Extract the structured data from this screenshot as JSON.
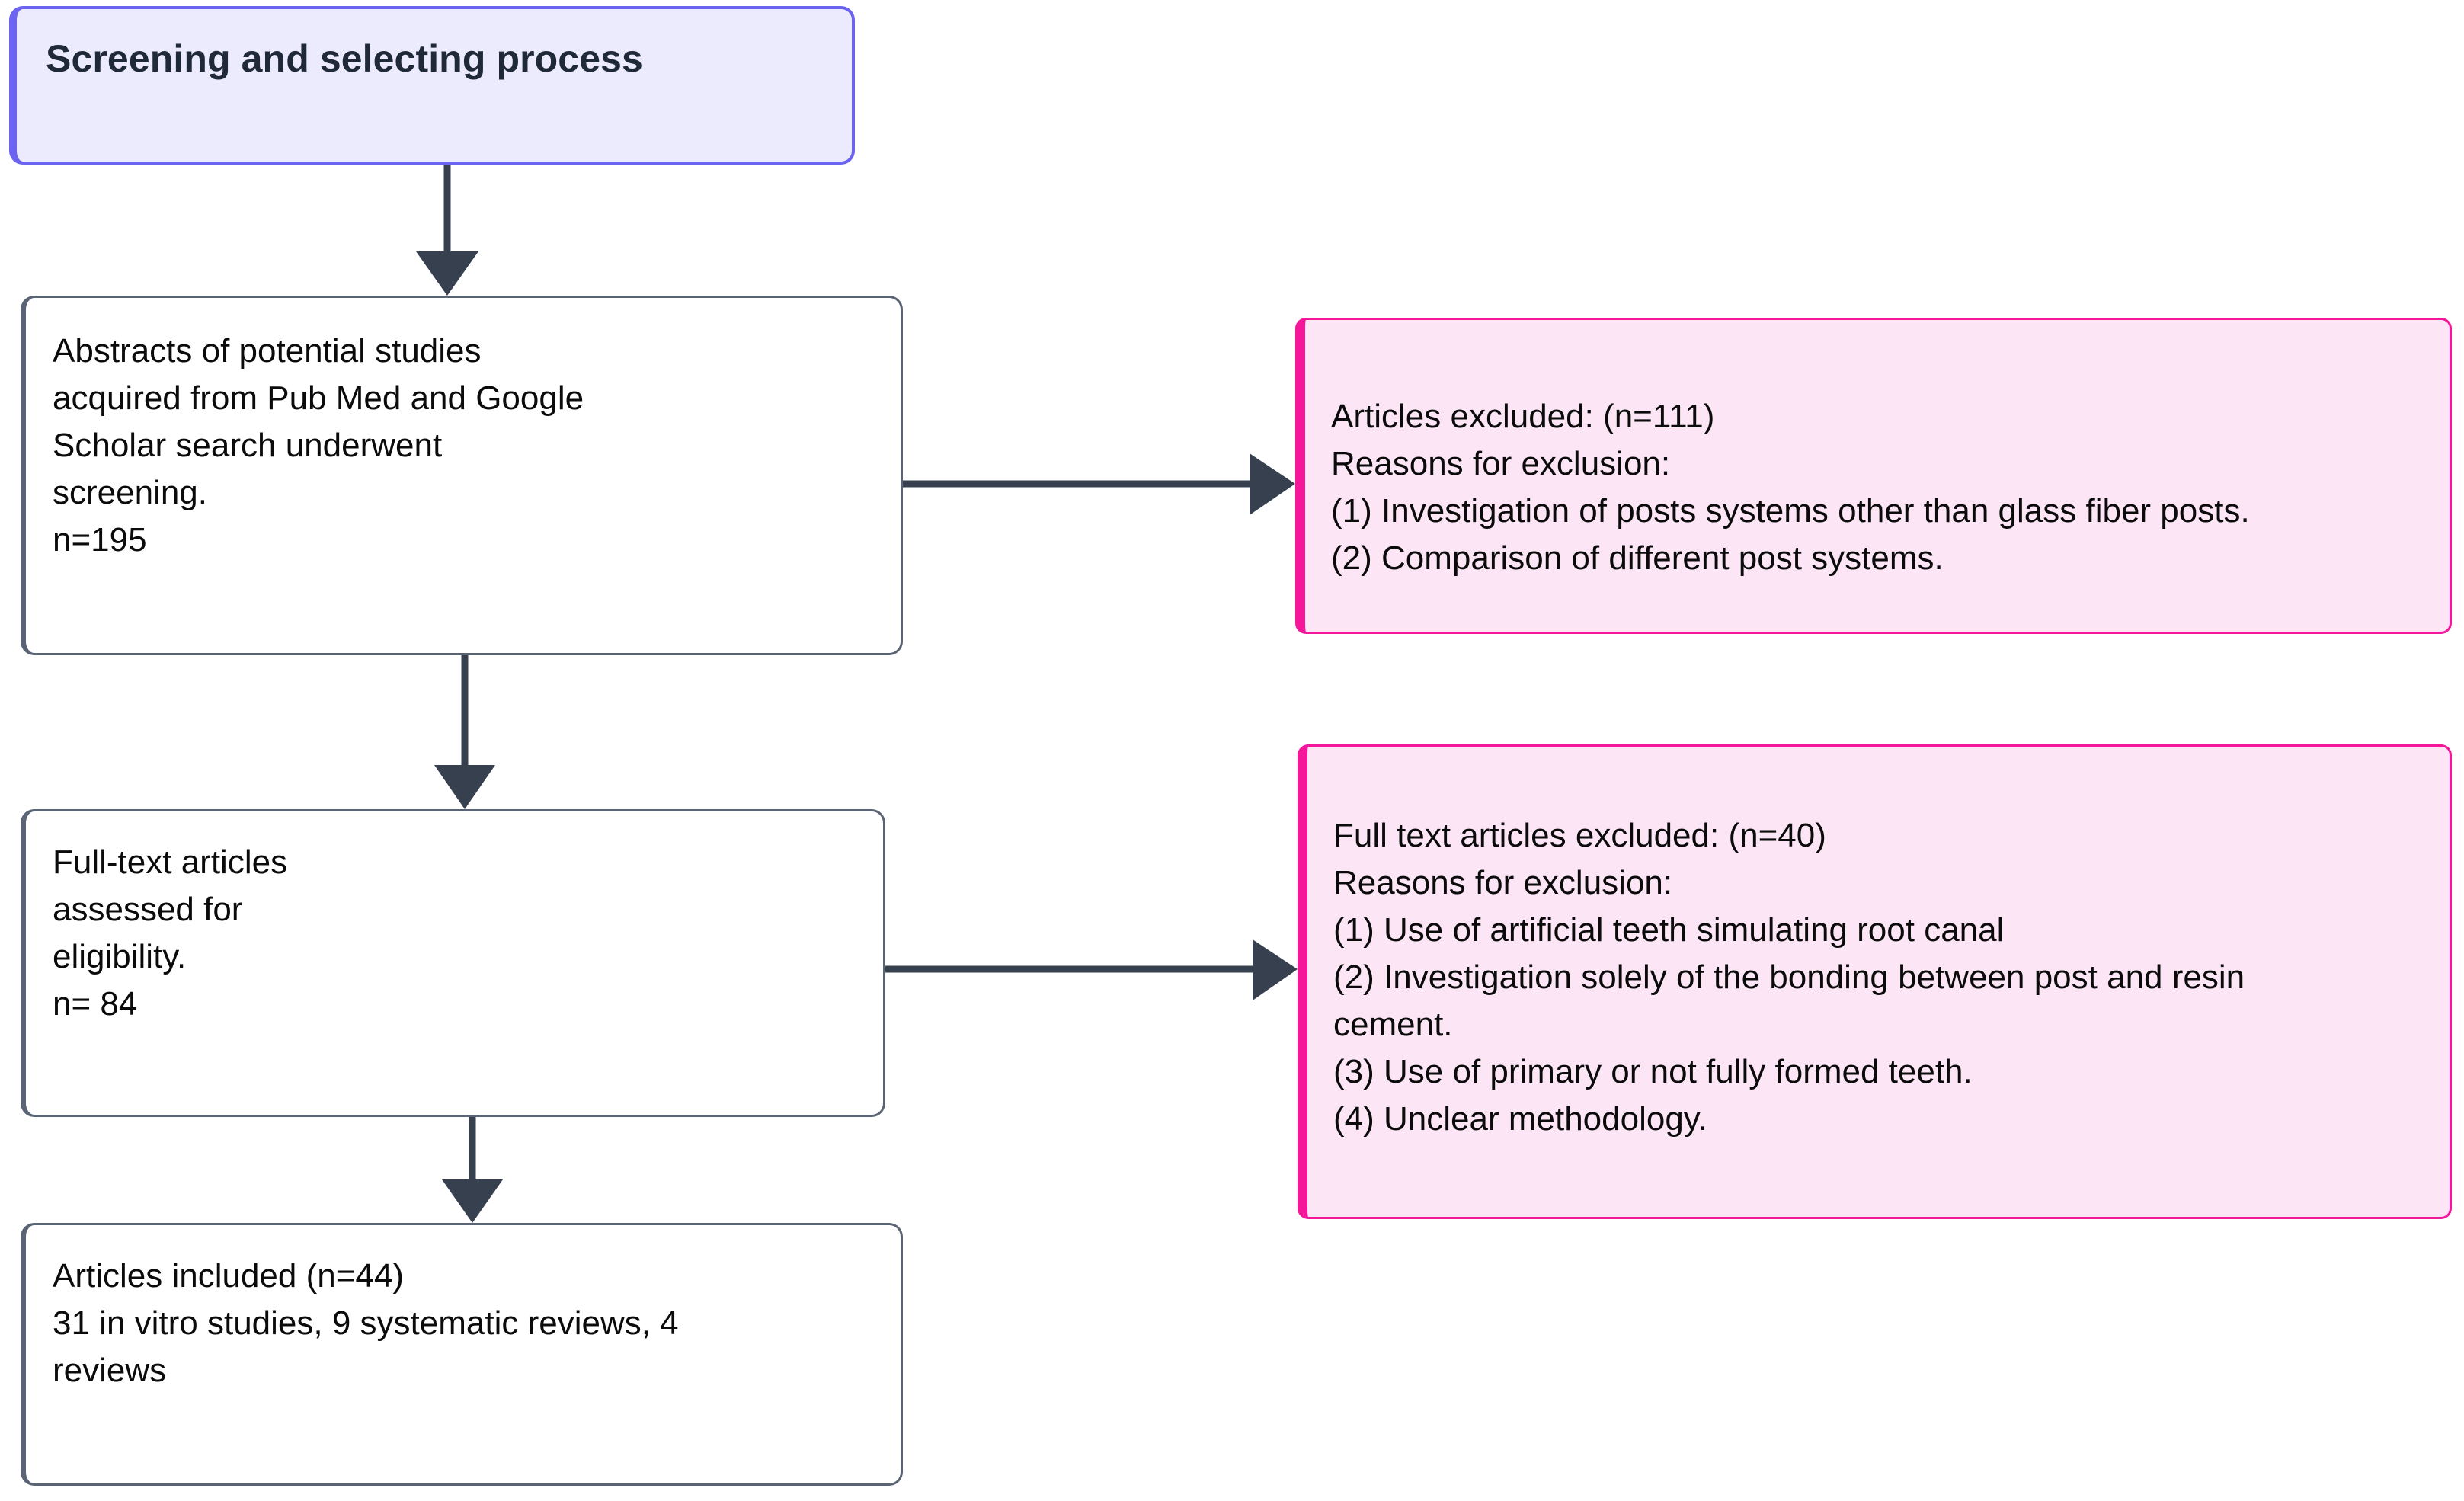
{
  "diagram": {
    "title_node": {
      "label": "Screening and selecting process",
      "border_color": "#6c63f0",
      "fill_color": "#ecebfd"
    },
    "nodes": {
      "screened": {
        "text": "Abstracts of potential studies\nacquired from Pub Med and Google\nScholar search underwent\nscreening.\nn=195"
      },
      "fulltext": {
        "text": "Full-text articles\nassessed for\neligibility.\nn= 84"
      },
      "included": {
        "text": "Articles included (n=44)\n31 in vitro studies, 9 systematic reviews, 4\nreviews"
      },
      "excluded_1": {
        "text": "Articles excluded: (n=111)\nReasons for exclusion:\n(1) Investigation of posts systems other than glass fiber posts.\n(2) Comparison of different post systems."
      },
      "excluded_2": {
        "text": "Full text articles excluded: (n=40)\nReasons for exclusion:\n(1) Use of artificial teeth simulating root canal\n(2) Investigation solely of the bonding between post and resin\ncement.\n(3) Use of primary or not fully formed teeth.\n(4) Unclear methodology."
      }
    },
    "colors": {
      "edge": "#37404f",
      "white_node_border": "#5a6474",
      "pink_node_border": "#f5179a",
      "pink_node_fill": "#fce6f6"
    }
  }
}
